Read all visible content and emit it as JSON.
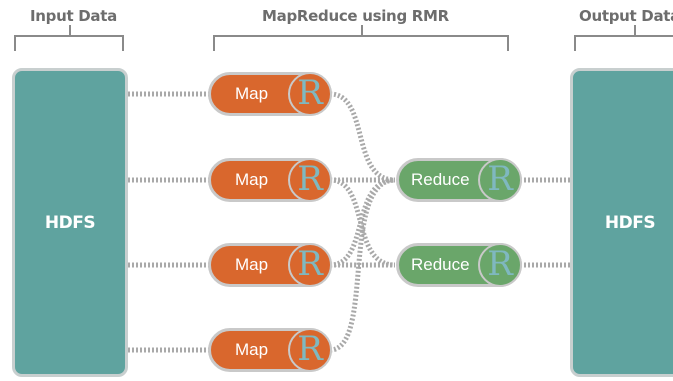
{
  "headers": {
    "input": "Input Data",
    "mapreduce": "MapReduce using RMR",
    "output": "Output Data"
  },
  "input_store": {
    "label": "HDFS"
  },
  "output_store": {
    "label": "HDFS"
  },
  "map_nodes": [
    {
      "label": "Map",
      "badge": "R"
    },
    {
      "label": "Map",
      "badge": "R"
    },
    {
      "label": "Map",
      "badge": "R"
    },
    {
      "label": "Map",
      "badge": "R"
    }
  ],
  "reduce_nodes": [
    {
      "label": "Reduce",
      "badge": "R"
    },
    {
      "label": "Reduce",
      "badge": "R"
    }
  ],
  "colors": {
    "hdfs": "#5fa39f",
    "map": "#d9672d",
    "reduce": "#6aa66a",
    "r_badge_text": "#7fb8c0",
    "link": "#a9a9a9",
    "header_text": "#6d6d6d"
  }
}
